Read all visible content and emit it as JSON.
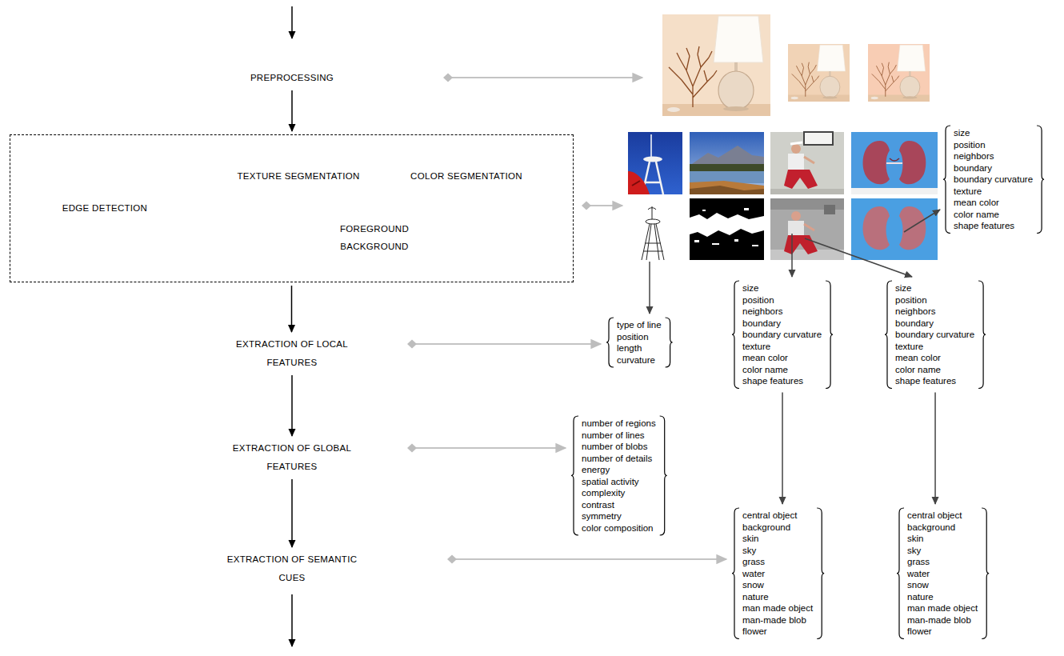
{
  "diagram": {
    "nodes": [
      {
        "text": [
          "PREPROCESSING"
        ]
      },
      {
        "text": [
          "TEXTURE SEGMENTATION",
          "COLOR SEGMENTATION",
          "EDGE DETECTION",
          "FOREGROUND BACKGROUND"
        ]
      },
      {
        "text": [
          "size",
          "position",
          "neighbors",
          "boundary",
          "boundary curvature",
          "texture",
          "mean color",
          "color name",
          "shape features"
        ]
      },
      {
        "text": [
          "EXTRACTION OF LOCAL FEATURES"
        ]
      },
      {
        "text": [
          "type of line",
          "position",
          "length",
          "curvature"
        ]
      },
      {
        "text": [
          "size",
          "position",
          "neighbors",
          "boundary",
          "boundary curvature",
          "texture",
          "mean color",
          "color name",
          "shape features"
        ]
      },
      {
        "text": [
          "size",
          "position",
          "neighbors",
          "boundary",
          "boundary curvature",
          "texture",
          "mean color",
          "color name",
          "shape features"
        ]
      },
      {
        "text": [
          "EXTRACTION OF GLOBAL FEATURES"
        ]
      },
      {
        "text": [
          "number of regions",
          "number of lines",
          "number of blobs",
          "number of details",
          "energy",
          "spatial activity",
          "complexity",
          "contrast",
          "symmetry",
          "color composition"
        ]
      },
      {
        "text": [
          "EXTRACTION OF SEMANTIC CUES"
        ]
      },
      {
        "text": [
          "central object",
          "background",
          "skin",
          "sky",
          "grass",
          "water",
          "snow",
          "nature",
          "man made object",
          "man-made blob",
          "flower"
        ]
      },
      {
        "text": [
          "central object",
          "background",
          "skin",
          "sky",
          "grass",
          "water",
          "snow",
          "nature",
          "man made object",
          "man-made blob",
          "flower"
        ]
      }
    ],
    "edges": [
      {
        "from": 0,
        "to": 1,
        "arrow": "to"
      },
      {
        "from": 1,
        "to": 3,
        "arrow": "to"
      },
      {
        "from": 3,
        "to": 7,
        "arrow": "to"
      },
      {
        "from": 7,
        "to": 9,
        "arrow": "to"
      },
      {
        "from": 3,
        "to": 4,
        "arrow": "to"
      },
      {
        "from": 7,
        "to": 8,
        "arrow": "to"
      },
      {
        "from": 9,
        "to": 10,
        "arrow": "to"
      },
      {
        "from": 5,
        "to": 10,
        "arrow": "to"
      },
      {
        "from": 6,
        "to": 11,
        "arrow": "to"
      }
    ]
  }
}
